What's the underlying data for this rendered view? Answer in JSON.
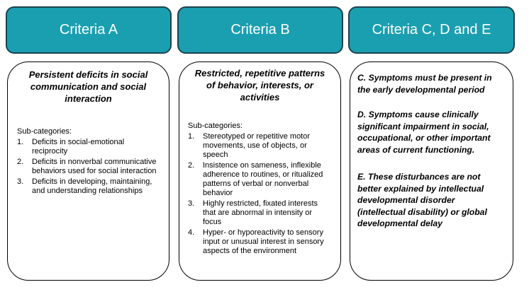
{
  "columns": [
    {
      "header": "Criteria A",
      "title": "Persistent deficits in social communication and social interaction",
      "subcategories_label": "Sub-categories:",
      "items": [
        {
          "num": "1.",
          "text": "Deficits in social-emotional reciprocity"
        },
        {
          "num": "2.",
          "text": "Deficits in nonverbal communicative behaviors used for social interaction"
        },
        {
          "num": "3.",
          "text": "Deficits in developing, maintaining, and understanding relationships"
        }
      ]
    },
    {
      "header": "Criteria B",
      "title": "Restricted, repetitive patterns of behavior, interests, or activities",
      "subcategories_label": "Sub-categories:",
      "items": [
        {
          "num": "1.",
          "text": "Stereotyped or repetitive motor movements, use of objects, or speech"
        },
        {
          "num": "2.",
          "text": "Insistence on sameness, inflexible adherence to routines, or ritualized patterns of verbal or nonverbal behavior"
        },
        {
          "num": "3.",
          "text": "Highly restricted, fixated interests that are abnormal in intensity or focus"
        },
        {
          "num": "4.",
          "text": "Hyper- or hyporeactivity to sensory input or unusual interest in sensory aspects of the environment"
        }
      ]
    },
    {
      "header": "Criteria C, D and E",
      "items": [
        {
          "text": "C. Symptoms must be present in the early developmental period"
        },
        {
          "text": "D. Symptoms cause clinically significant impairment in social, occupational, or other important areas of current functioning."
        },
        {
          "text": "E. These disturbances are not better explained by intellectual developmental disorder (intellectual disability) or global developmental delay"
        }
      ]
    }
  ]
}
